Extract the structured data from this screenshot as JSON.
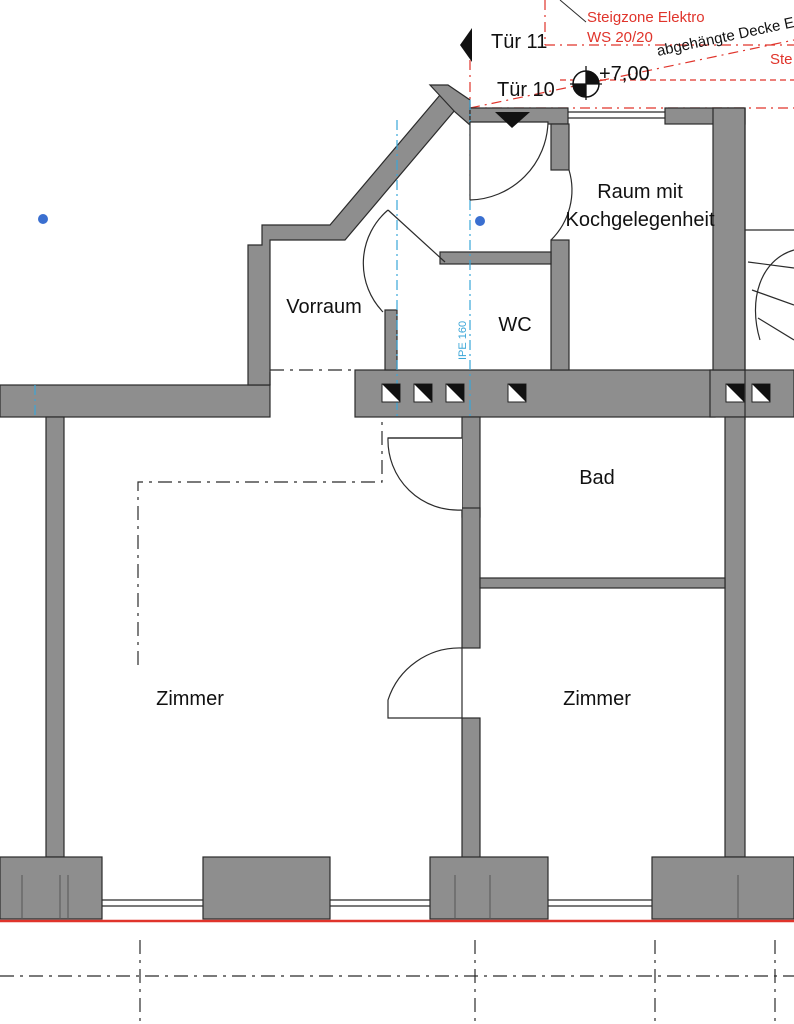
{
  "rooms": {
    "vorraum": "Vorraum",
    "raum_kochen_line1": "Raum mit",
    "raum_kochen_line2": "Kochgelegenheit",
    "wc": "WC",
    "bad": "Bad",
    "zimmer_left": "Zimmer",
    "zimmer_right": "Zimmer"
  },
  "doors": {
    "tuer11": "Tür 11",
    "tuer10": "Tür 10"
  },
  "annotations": {
    "steigzone": "Steigzone Elektro",
    "ws": "WS 20/20",
    "decke": "abgehängte Decke E",
    "ste": "Ste",
    "level": "+7,00",
    "ipe": "IPE 160"
  },
  "colors": {
    "wall": "#8e8e8e",
    "annotation_red": "#e0342b",
    "axis_blue": "#3aa6d8",
    "marker_blue": "#3a6fd0"
  }
}
